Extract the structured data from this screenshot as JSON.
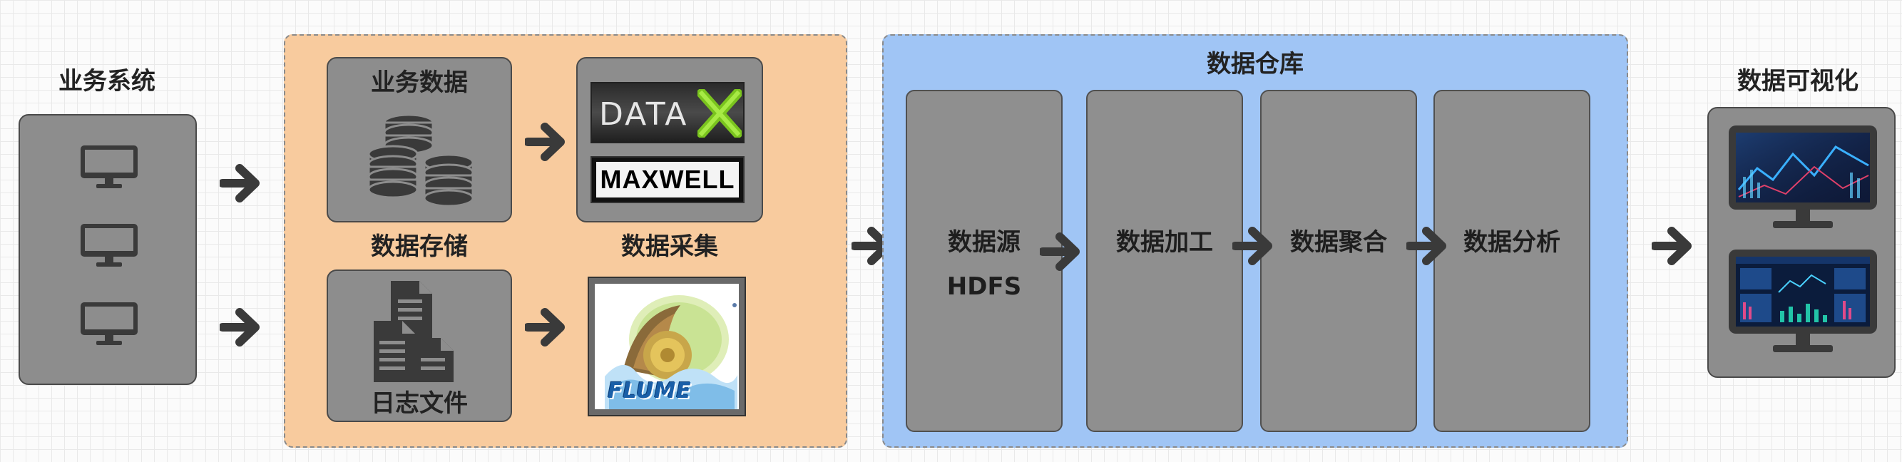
{
  "titles": {
    "business_system": "业务系统",
    "business_data": "业务数据",
    "data_storage": "数据存储",
    "data_collection": "数据采集",
    "log_file": "日志文件",
    "data_warehouse": "数据仓库",
    "data_visualization": "数据可视化"
  },
  "warehouse_columns": [
    {
      "line1": "数据源",
      "line2": "HDFS"
    },
    {
      "line1": "数据加工",
      "line2": ""
    },
    {
      "line1": "数据聚合",
      "line2": ""
    },
    {
      "line1": "数据分析",
      "line2": ""
    }
  ],
  "logos": {
    "datax": "DATA",
    "maxwell": "MAXWELL",
    "flume": "FLUME"
  },
  "icons": {
    "monitor": "monitor-icon",
    "database": "database-icon",
    "files": "files-icon",
    "arrow": "arrow-right-icon"
  },
  "colors": {
    "collection_panel": "#f8cb9e",
    "warehouse_panel": "#a0c5f5",
    "box_gray": "#8f8f8f",
    "icon_dark": "#3a3a3a"
  }
}
